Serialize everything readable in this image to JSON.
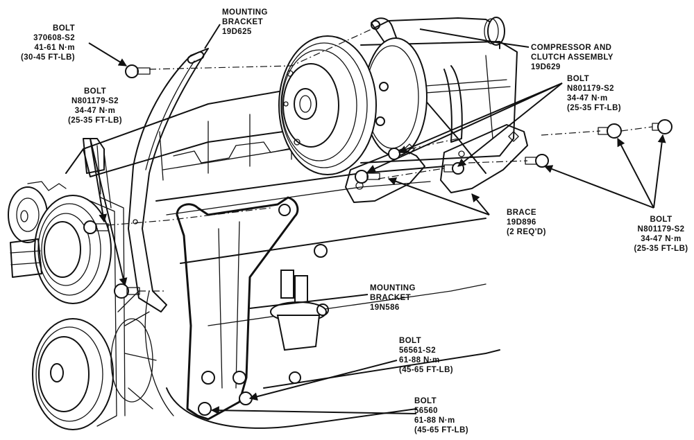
{
  "title": "Compressor and mounting bracket installation diagram",
  "callouts": {
    "bolt_top_left": {
      "lines": [
        "BOLT",
        "370608-S2",
        "41-61 N·m",
        "(30-45 FT-LB)"
      ]
    },
    "mounting_bracket_top": {
      "lines": [
        "MOUNTING",
        "BRACKET",
        "19D625"
      ]
    },
    "compressor": {
      "lines": [
        "COMPRESSOR AND",
        "CLUTCH ASSEMBLY",
        "19D629"
      ]
    },
    "bolt_upper_right": {
      "lines": [
        "BOLT",
        "N801179-S2",
        "34-47 N·m",
        "(25-35 FT-LB)"
      ]
    },
    "bolt_left": {
      "lines": [
        "BOLT",
        "N801179-S2",
        "34-47 N·m",
        "(25-35 FT-LB)"
      ]
    },
    "brace": {
      "lines": [
        "BRACE",
        "19D896",
        "(2 REQ'D)"
      ]
    },
    "bolt_far_right": {
      "lines": [
        "BOLT",
        "N801179-S2",
        "34-47 N·m",
        "(25-35 FT-LB)"
      ]
    },
    "mounting_bracket_lower": {
      "lines": [
        "MOUNTING",
        "BRACKET",
        "19N586"
      ]
    },
    "bolt_56561": {
      "lines": [
        "BOLT",
        "56561-S2",
        "61-88 N·m",
        "(45-65 FT-LB)"
      ]
    },
    "bolt_56560": {
      "lines": [
        "BOLT",
        "56560",
        "61-88 N·m",
        "(45-65 FT-LB)"
      ]
    }
  },
  "colors": {
    "ink": "#111111",
    "paper": "#ffffff"
  }
}
